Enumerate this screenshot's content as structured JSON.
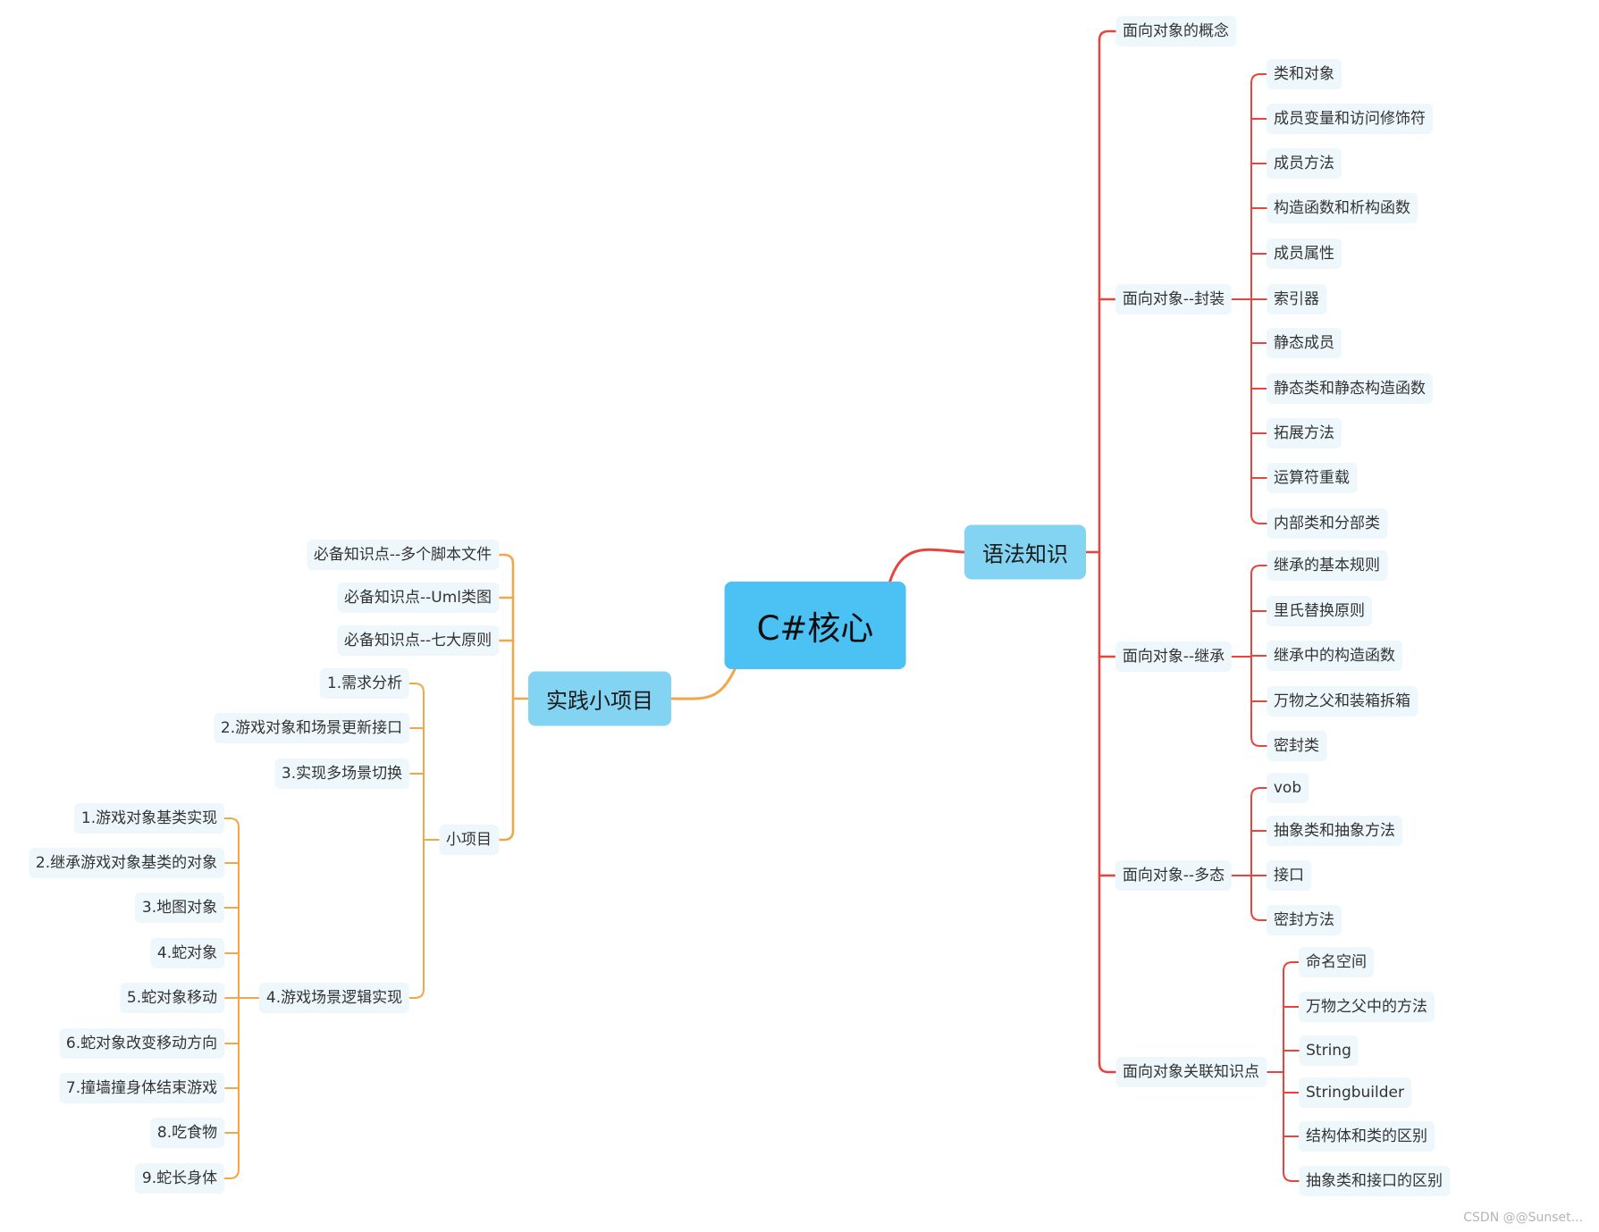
{
  "colors": {
    "syntax_line": "#e8443e",
    "practice_line": "#f2a64a",
    "root_fill": "#4cc1f3",
    "branch_fill": "#82d4f2",
    "leaf_fill": "#eef7fc"
  },
  "root": "C#核心",
  "syntax": {
    "label": "语法知识",
    "concept": "面向对象的概念",
    "encapsulation": {
      "label": "面向对象--封装",
      "items": [
        "类和对象",
        "成员变量和访问修饰符",
        "成员方法",
        "构造函数和析构函数",
        "成员属性",
        "索引器",
        "静态成员",
        "静态类和静态构造函数",
        "拓展方法",
        "运算符重载",
        "内部类和分部类"
      ]
    },
    "inheritance": {
      "label": "面向对象--继承",
      "items": [
        "继承的基本规则",
        "里氏替换原则",
        "继承中的构造函数",
        "万物之父和装箱拆箱",
        "密封类"
      ]
    },
    "polymorphism": {
      "label": "面向对象--多态",
      "items": [
        "vob",
        "抽象类和抽象方法",
        "接口",
        "密封方法"
      ]
    },
    "related": {
      "label": "面向对象关联知识点",
      "items": [
        "命名空间",
        "万物之父中的方法",
        "String",
        "Stringbuilder",
        "结构体和类的区别",
        "抽象类和接口的区别"
      ]
    }
  },
  "practice": {
    "label": "实践小项目",
    "prereqs": [
      "必备知识点--多个脚本文件",
      "必备知识点--Uml类图",
      "必备知识点--七大原则"
    ],
    "project": {
      "label": "小项目",
      "steps": [
        "1.需求分析",
        "2.游戏对象和场景更新接口",
        "3.实现多场景切换"
      ],
      "logic": {
        "label": "4.游戏场景逻辑实现",
        "items": [
          "1.游戏对象基类实现",
          "2.继承游戏对象基类的对象",
          "3.地图对象",
          "4.蛇对象",
          "5.蛇对象移动",
          "6.蛇对象改变移动方向",
          "7.撞墙撞身体结束游戏",
          "8.吃食物",
          "9.蛇长身体"
        ]
      }
    }
  },
  "watermark": "CSDN @@Sunset..."
}
